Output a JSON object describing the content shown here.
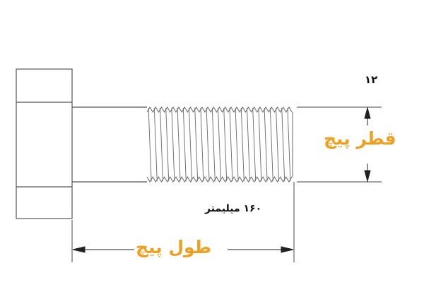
{
  "labels": {
    "diameter_value": "۱۲",
    "diameter_label": "قطر پیچ",
    "length_value": "۱۶۰ میلیمتر",
    "length_label": "طول پیچ"
  },
  "colors": {
    "accent": "#f0a020",
    "line": "#555555",
    "thread": "#666666",
    "dimension": "#222222"
  }
}
